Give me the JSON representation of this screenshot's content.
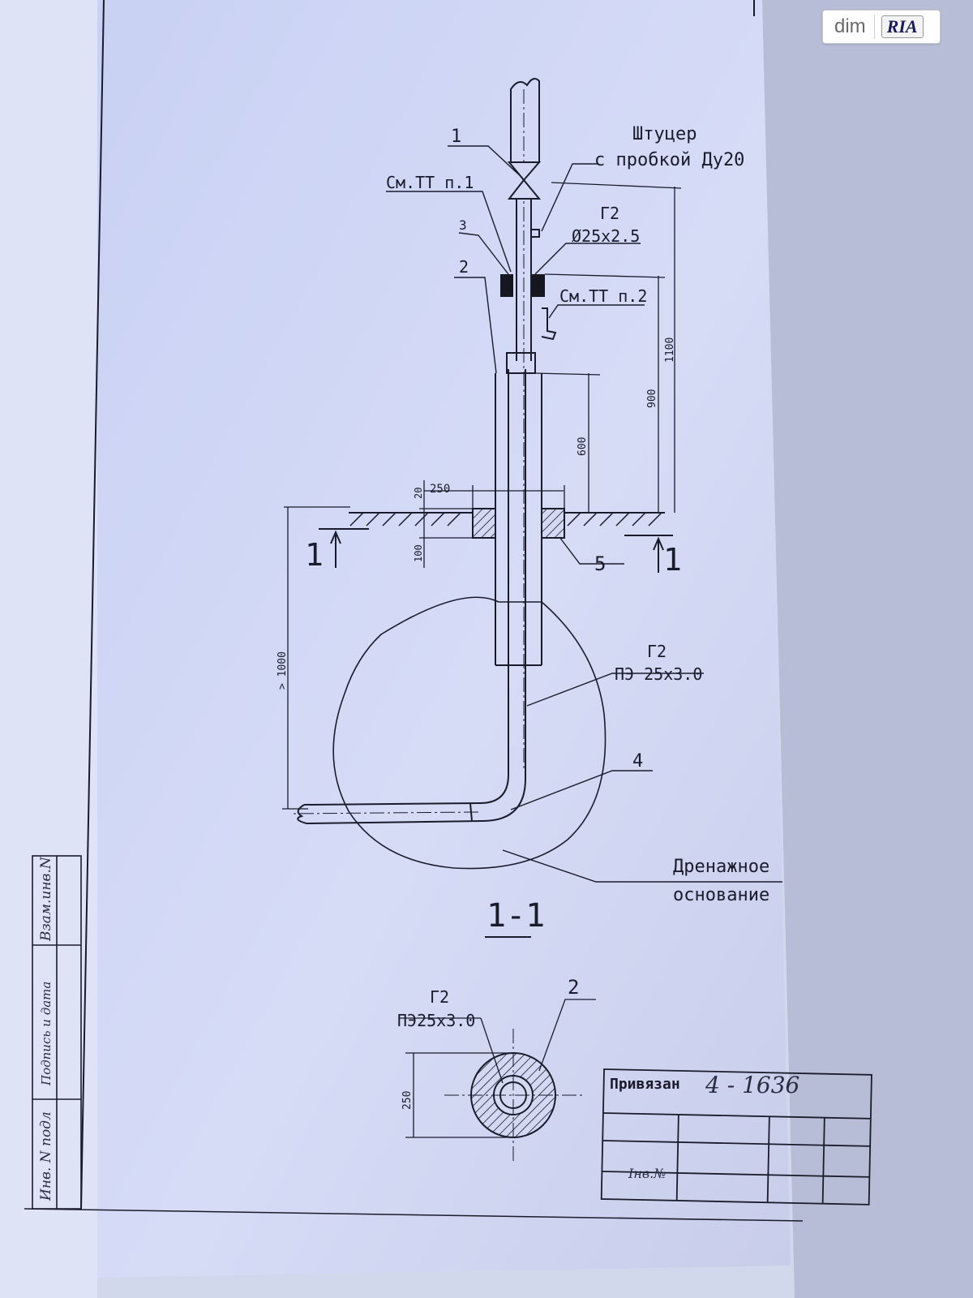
{
  "watermark": {
    "brand": "dim",
    "logo": "RIA"
  },
  "drawing": {
    "callouts": {
      "n1": "1",
      "n2": "2",
      "n3": "3",
      "n4": "4",
      "n5": "5",
      "smtt1": "См.ТТ п.1",
      "smtt2": "См.ТТ п.2",
      "shtutser_line1": "Штуцер",
      "shtutser_line2": "с пробкой Ду20",
      "g2_a": "Г2",
      "pipe_a": "Ø25x2.5",
      "g2_b": "Г2",
      "pipe_b": "ПЭ 25x3.0",
      "drain_line1": "Дренажное",
      "drain_line2": "основание"
    },
    "dimensions": {
      "d1100": "1100",
      "d900": "900",
      "d600": "600",
      "d250": "250",
      "d20": "20",
      "d100": "100",
      "d1000": "> 1000"
    },
    "section_marks": {
      "left": "1",
      "right": "1"
    },
    "section_title": "1-1",
    "cross_section": {
      "g2": "Г2",
      "pipe": "ПЭ25x3.0",
      "callout": "2",
      "dim250": "250"
    }
  },
  "side_stamp": {
    "vzam": "Взам.инв.N",
    "podpis": "Подпись и дата",
    "inv_podl": "Инв. N подл"
  },
  "title_block": {
    "privyazan_label": "Привязан",
    "privyazan_value": "4 - 1636",
    "inv_label": "Інв.№"
  }
}
